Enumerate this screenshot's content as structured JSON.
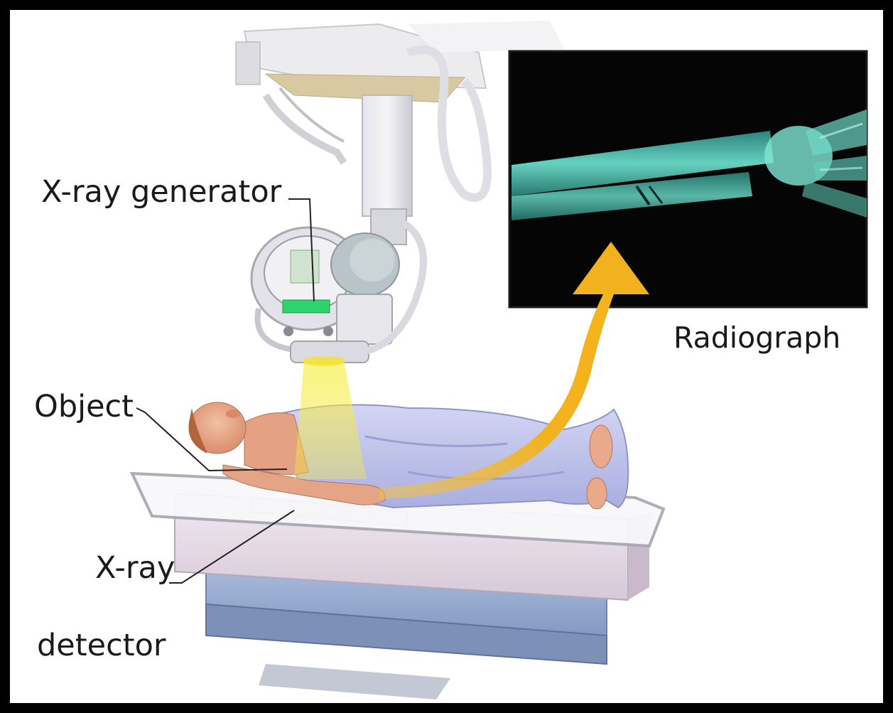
{
  "labels": {
    "xray_generator": "X-ray generator",
    "radiograph": "Radiograph",
    "object": "Object",
    "xray_detector_line1": "X-ray",
    "xray_detector_line2": "detector"
  },
  "colors": {
    "frame": "#000000",
    "background": "#ffffff",
    "radiograph_screen": "#050505",
    "bone": "#5fd6c4",
    "beam": "#f5ea3a",
    "arrow": "#f2b824",
    "sheet": "#b8bde8",
    "table_body": "#e6dce6",
    "table_base": "#9fb3d6",
    "skin": "#e9a98a",
    "hair": "#b0663a",
    "display_green": "#2fd36b"
  }
}
